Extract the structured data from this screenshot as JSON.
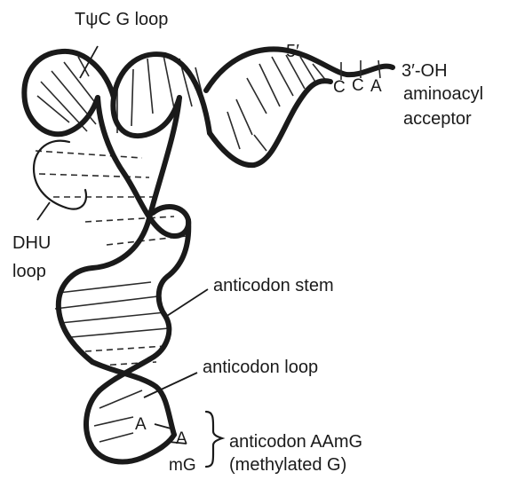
{
  "labels": {
    "tpsi_loop": "TψC G loop",
    "five_prime": "5′",
    "cca_c1": "C",
    "cca_c2": "C",
    "cca_a": "A",
    "three_prime": "3′-OH",
    "aminoacyl": "aminoacyl",
    "acceptor": "acceptor",
    "dhu": "DHU",
    "dhu_loop": "loop",
    "anticodon_stem": "anticodon stem",
    "anticodon_loop": "anticodon loop",
    "base_a1": "A",
    "base_a2": "A",
    "base_mg": "mG",
    "anticodon": "anticodon AAmG",
    "methylated": "(methylated G)"
  },
  "colors": {
    "ink": "#1a1a1a",
    "background": "#ffffff"
  }
}
